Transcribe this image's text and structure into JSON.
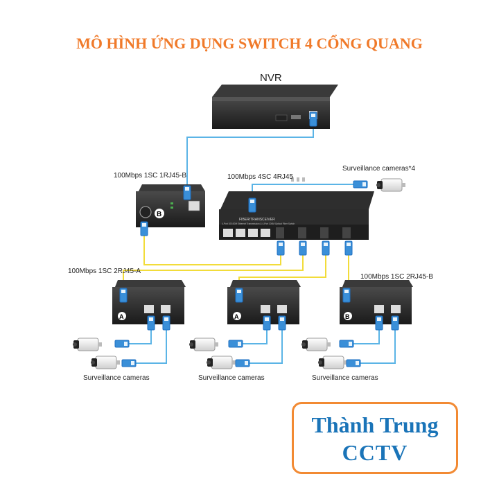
{
  "title": "MÔ HÌNH ỨNG DỤNG SWITCH 4 CỔNG QUANG",
  "nodes": {
    "nvr": "NVR",
    "converter_b": "100Mbps 1SC 1RJ45-B",
    "fiber_switch": "100Mbps 4SC 4RJ45",
    "cameras_top": "Surveillance cameras*4",
    "left_switch": "100Mbps 1SC 2RJ45-A",
    "right_switch": "100Mbps 1SC 2RJ45-B",
    "cameras_left": "Surveillance cameras",
    "cameras_mid": "Surveillance cameras",
    "cameras_right": "Surveillance cameras"
  },
  "device_text": {
    "switch_front": "FIBER/TRANSCEIVER",
    "switch_sub": "4-Port 10/100M Ethernet Transmission & 4-Port 100M Optical Fiber Switch",
    "badge_a": "A",
    "badge_b": "B"
  },
  "brand": {
    "line1": "Thành Trung",
    "line2": "CCTV"
  },
  "colors": {
    "title": "#f07a2a",
    "brand_text": "#1a74b8",
    "brand_border": "#f28a33",
    "fiber": "#f2dc3a",
    "ethernet": "#5bb4e6",
    "connector": "#1e6fc2"
  }
}
